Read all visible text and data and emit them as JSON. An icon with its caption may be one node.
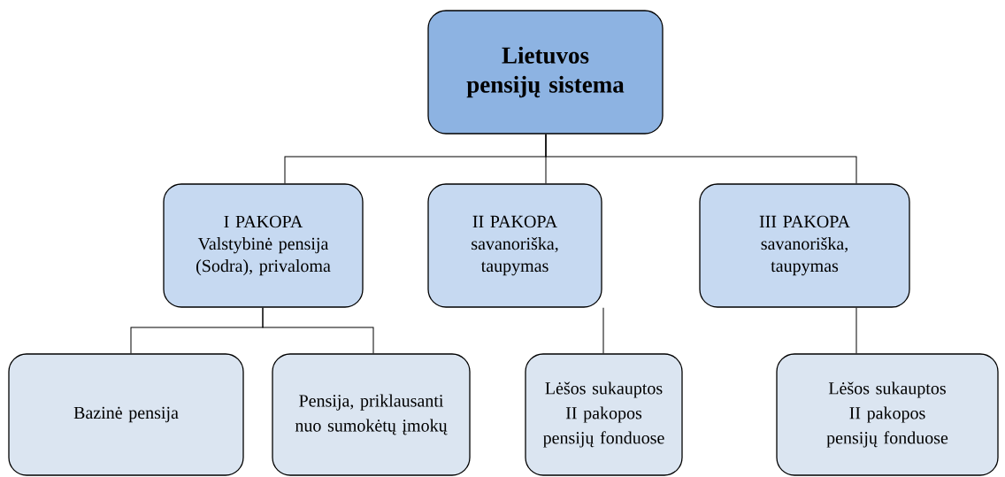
{
  "diagram": {
    "nodes": [
      {
        "text": [
          "Lietuvos pensijų sistema"
        ]
      },
      {
        "text": [
          "I PAKOPA",
          "Valstybinė pensija (Sodra), privaloma"
        ]
      },
      {
        "text": [
          "II PAKOPA",
          "savanoriška, taupymas"
        ]
      },
      {
        "text": [
          "III PAKOPA",
          "savanoriška, taupymas"
        ]
      },
      {
        "text": [
          "Bazinė pensija"
        ]
      },
      {
        "text": [
          "Pensija, priklausanti nuo sumokėtų įmokų"
        ]
      },
      {
        "text": [
          "Lėšos sukauptos II pakopos pensijų fonduose"
        ]
      },
      {
        "text": [
          "Lėšos sukauptos II pakopos pensijų fonduose"
        ]
      }
    ],
    "edges": [
      {
        "from": 0,
        "to": 1,
        "arrow": "none"
      },
      {
        "from": 0,
        "to": 2,
        "arrow": "none"
      },
      {
        "from": 0,
        "to": 3,
        "arrow": "none"
      },
      {
        "from": 1,
        "to": 4,
        "arrow": "none"
      },
      {
        "from": 1,
        "to": 5,
        "arrow": "none"
      },
      {
        "from": 2,
        "to": 6,
        "arrow": "none"
      },
      {
        "from": 3,
        "to": 7,
        "arrow": "none"
      }
    ]
  }
}
